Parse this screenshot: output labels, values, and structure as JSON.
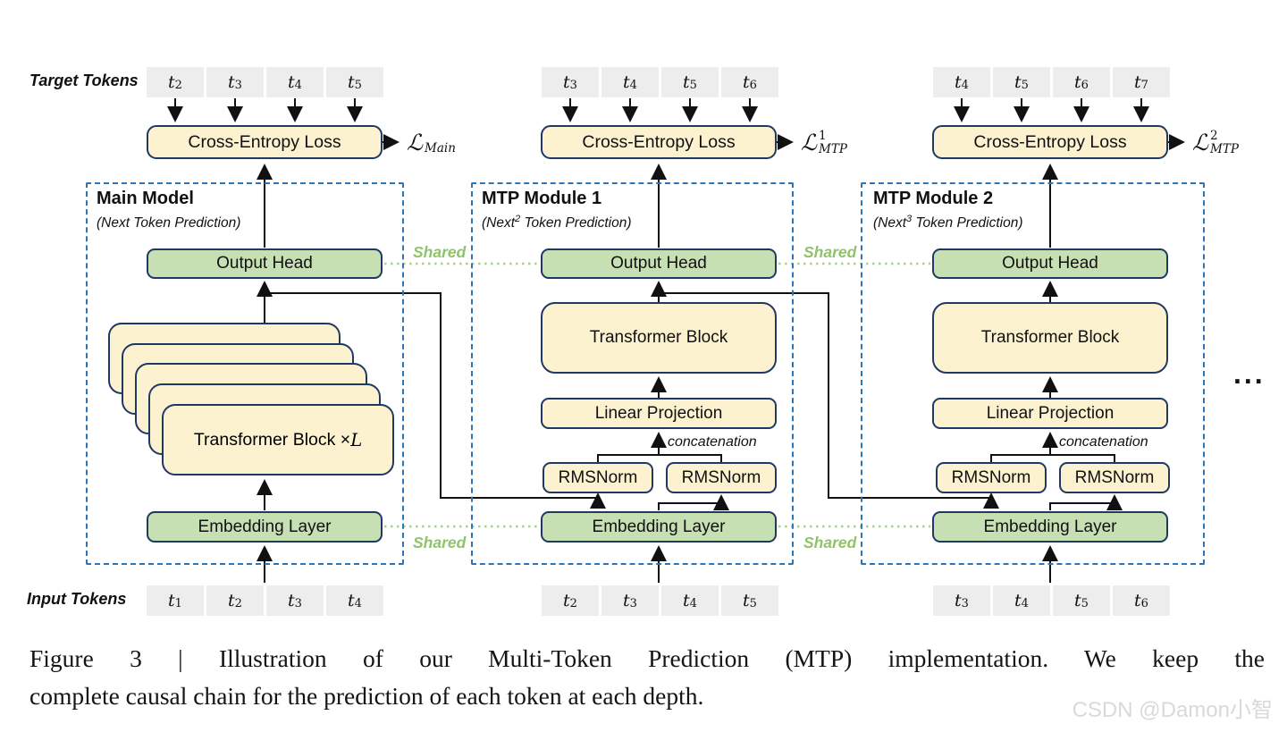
{
  "figure": {
    "caption_line1": "Figure 3 | Illustration of our Multi-Token Prediction (MTP) implementation.  We keep the",
    "caption_line2": "complete causal chain for the prediction of each token at each depth.",
    "watermark": "CSDN @Damon小智",
    "ellipsis": "..."
  },
  "labels": {
    "target_tokens": "Target Tokens",
    "input_tokens": "Input Tokens",
    "shared": "Shared",
    "concatenation": "concatenation",
    "cross_entropy": "Cross-Entropy Loss",
    "output_head": "Output Head",
    "embedding_layer": "Embedding Layer",
    "transformer_block": "Transformer Block",
    "linear_projection": "Linear Projection",
    "rmsnorm": "RMSNorm",
    "transformer_block_xl": {
      "text": "Transformer Block × ",
      "var": "L"
    }
  },
  "colors": {
    "cream_fill": "#fcf2d0",
    "green_fill": "#c6e0b4",
    "box_border": "#1f3864",
    "dashed_border": "#2e75b6",
    "shared_green": "#90c36c",
    "token_gray": "#ededed"
  },
  "modules": [
    {
      "title": "Main Model",
      "subtitle_prefix": "(Next",
      "subtitle_sup": "",
      "subtitle_suffix": " Token Prediction)",
      "loss": {
        "symbol": "ℒ",
        "sup": "",
        "sub": "Main"
      },
      "target_tokens": [
        {
          "b": "t",
          "s": "2"
        },
        {
          "b": "t",
          "s": "3"
        },
        {
          "b": "t",
          "s": "4"
        },
        {
          "b": "t",
          "s": "5"
        }
      ],
      "input_tokens": [
        {
          "b": "t",
          "s": "1"
        },
        {
          "b": "t",
          "s": "2"
        },
        {
          "b": "t",
          "s": "3"
        },
        {
          "b": "t",
          "s": "4"
        }
      ]
    },
    {
      "title": "MTP Module 1",
      "subtitle_prefix": "(Next",
      "subtitle_sup": "2",
      "subtitle_suffix": " Token Prediction)",
      "loss": {
        "symbol": "ℒ",
        "sup": "1",
        "sub": "MTP"
      },
      "target_tokens": [
        {
          "b": "t",
          "s": "3"
        },
        {
          "b": "t",
          "s": "4"
        },
        {
          "b": "t",
          "s": "5"
        },
        {
          "b": "t",
          "s": "6"
        }
      ],
      "input_tokens": [
        {
          "b": "t",
          "s": "2"
        },
        {
          "b": "t",
          "s": "3"
        },
        {
          "b": "t",
          "s": "4"
        },
        {
          "b": "t",
          "s": "5"
        }
      ]
    },
    {
      "title": "MTP Module 2",
      "subtitle_prefix": "(Next",
      "subtitle_sup": "3",
      "subtitle_suffix": " Token Prediction)",
      "loss": {
        "symbol": "ℒ",
        "sup": "2",
        "sub": "MTP"
      },
      "target_tokens": [
        {
          "b": "t",
          "s": "4"
        },
        {
          "b": "t",
          "s": "5"
        },
        {
          "b": "t",
          "s": "6"
        },
        {
          "b": "t",
          "s": "7"
        }
      ],
      "input_tokens": [
        {
          "b": "t",
          "s": "3"
        },
        {
          "b": "t",
          "s": "4"
        },
        {
          "b": "t",
          "s": "5"
        },
        {
          "b": "t",
          "s": "6"
        }
      ]
    }
  ]
}
